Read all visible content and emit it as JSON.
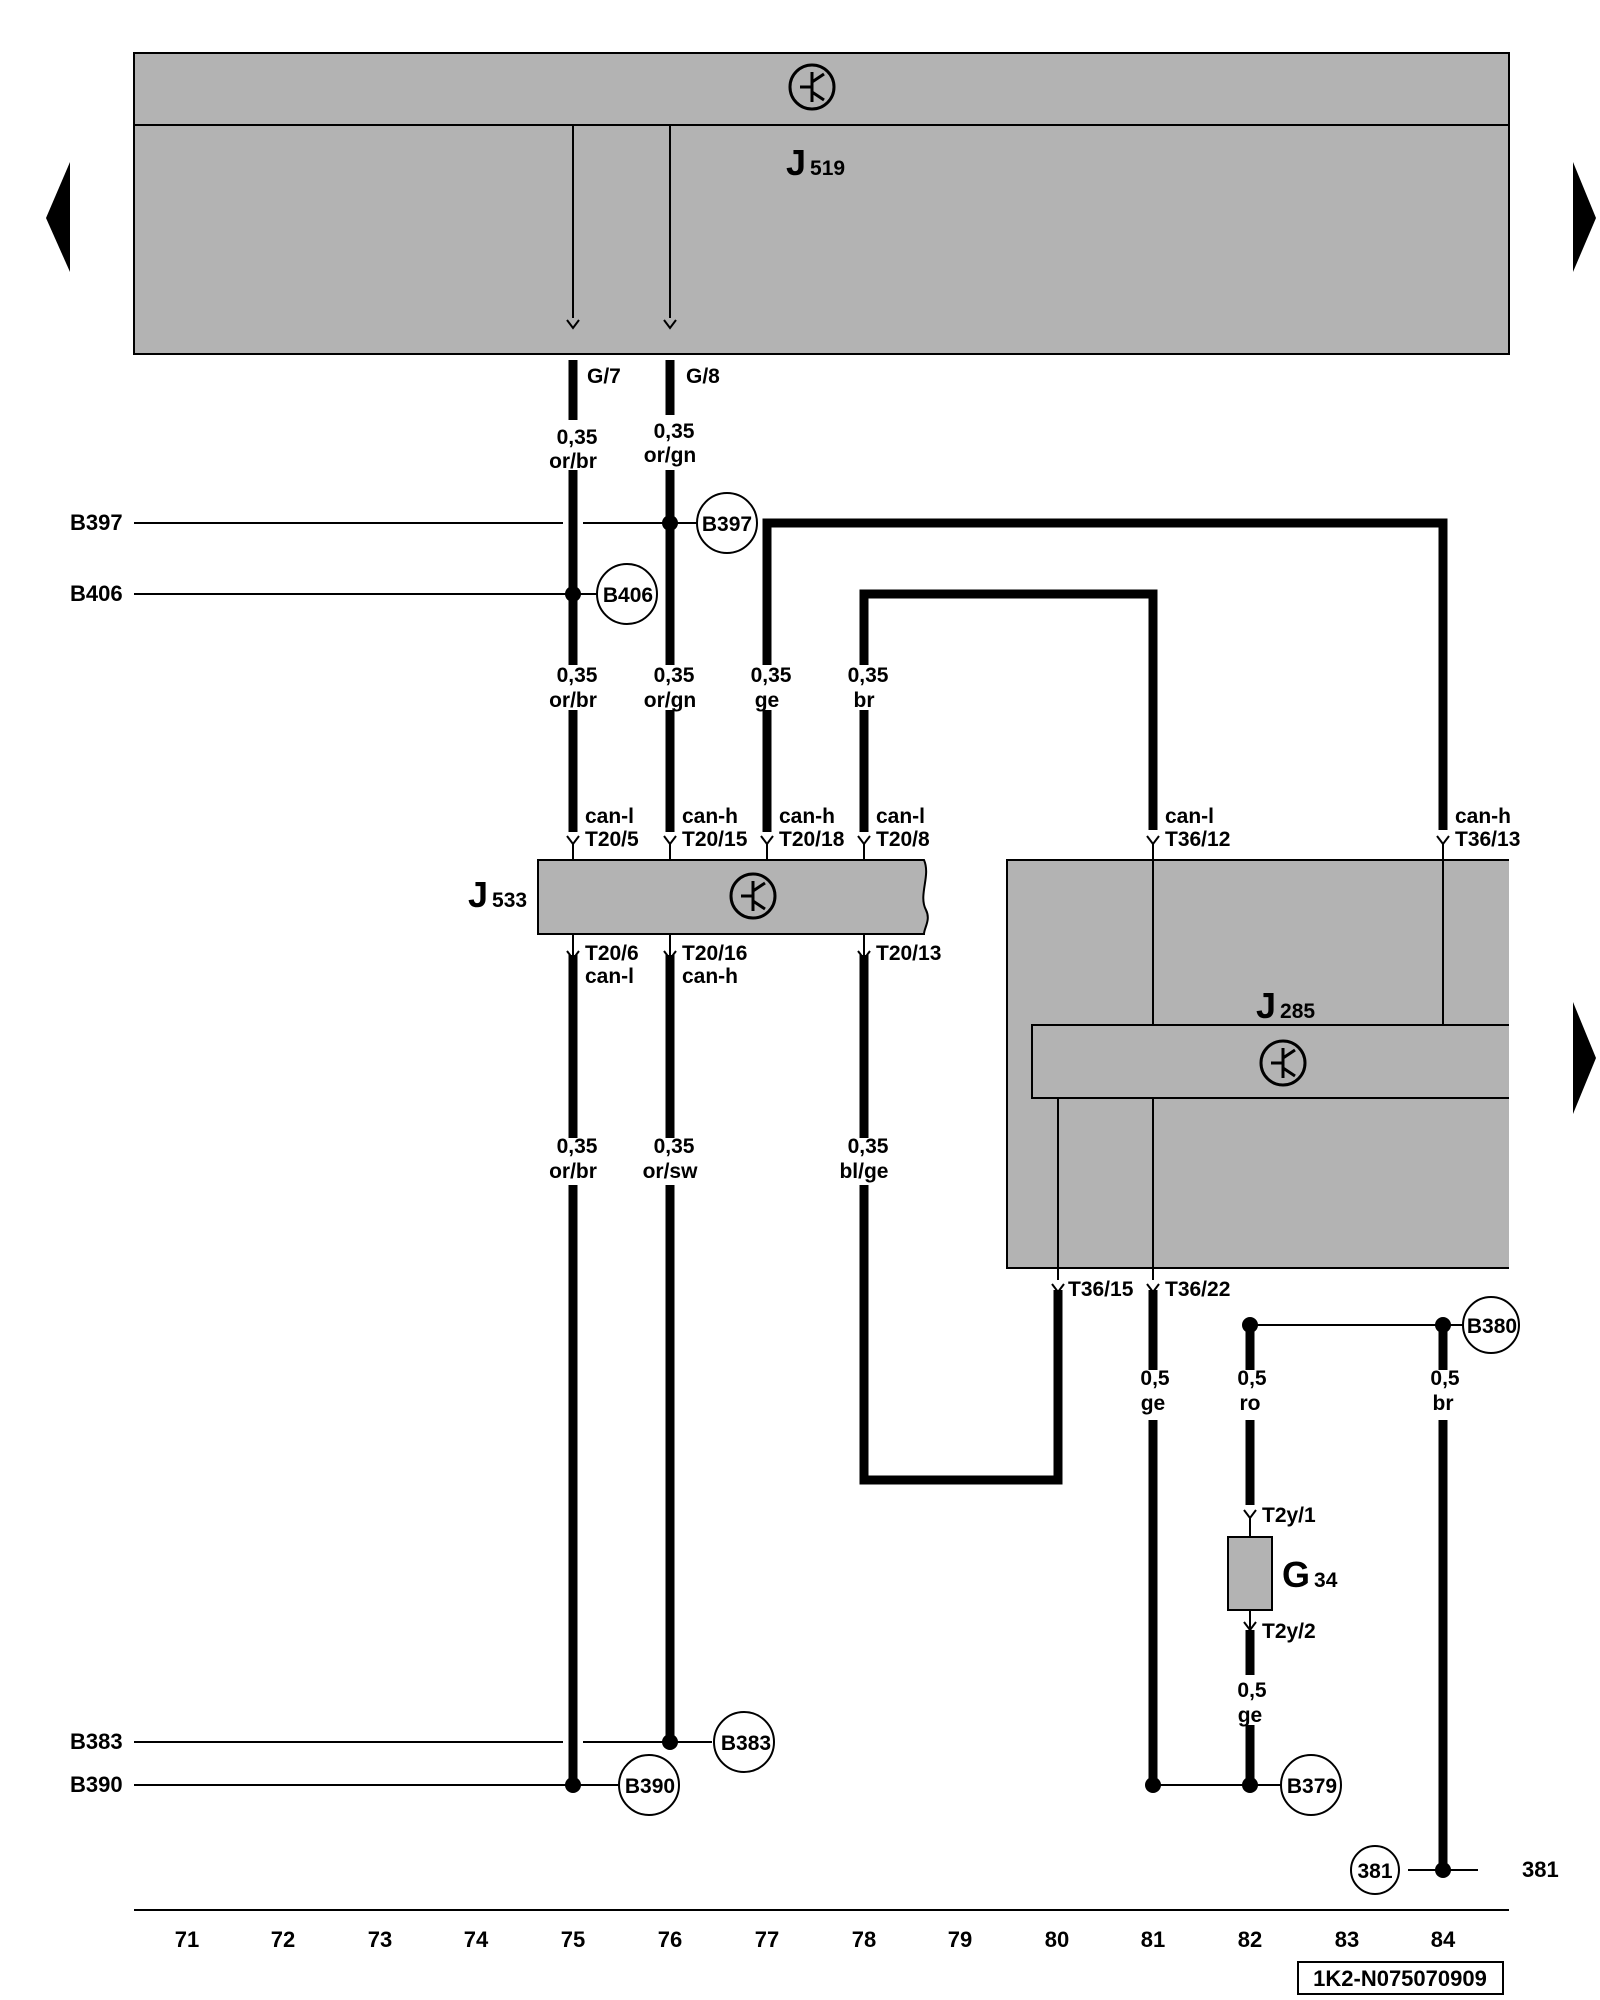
{
  "components": {
    "j519": {
      "letter": "J",
      "num": "519"
    },
    "j533": {
      "letter": "J",
      "num": "533"
    },
    "j285": {
      "letter": "J",
      "num": "285"
    },
    "g34": {
      "letter": "G",
      "num": "34"
    }
  },
  "pins": {
    "g7": "G/7",
    "g8": "G/8",
    "t20_5": "T20/5",
    "t20_15": "T20/15",
    "t20_18": "T20/18",
    "t20_8": "T20/8",
    "t36_12": "T36/12",
    "t36_13": "T36/13",
    "t20_6": "T20/6",
    "t20_16": "T20/16",
    "t20_13": "T20/13",
    "t36_15": "T36/15",
    "t36_22": "T36/22",
    "t2y_1": "T2y/1",
    "t2y_2": "T2y/2"
  },
  "signals": {
    "can_l": "can-l",
    "can_h": "can-h"
  },
  "wires": {
    "w75a": {
      "size": "0,35",
      "color": "or/br"
    },
    "w76a": {
      "size": "0,35",
      "color": "or/gn"
    },
    "w75b": {
      "size": "0,35",
      "color": "or/br"
    },
    "w76b": {
      "size": "0,35",
      "color": "or/gn"
    },
    "w77": {
      "size": "0,35",
      "color": "ge"
    },
    "w78": {
      "size": "0,35",
      "color": "br"
    },
    "w75c": {
      "size": "0,35",
      "color": "or/br"
    },
    "w76c": {
      "size": "0,35",
      "color": "or/sw"
    },
    "w78c": {
      "size": "0,35",
      "color": "bl/ge"
    },
    "w81": {
      "size": "0,5",
      "color": "ge"
    },
    "w82a": {
      "size": "0,5",
      "color": "ro"
    },
    "w84": {
      "size": "0,5",
      "color": "br"
    },
    "w82b": {
      "size": "0,5",
      "color": "ge"
    }
  },
  "connections": {
    "b397": "B397",
    "b406": "B406",
    "b383": "B383",
    "b390": "B390",
    "b380": "B380",
    "b379": "B379",
    "c381": "381"
  },
  "axis": [
    "71",
    "72",
    "73",
    "74",
    "75",
    "76",
    "77",
    "78",
    "79",
    "80",
    "81",
    "82",
    "83",
    "84"
  ],
  "footer_code": "1K2-N075070909"
}
